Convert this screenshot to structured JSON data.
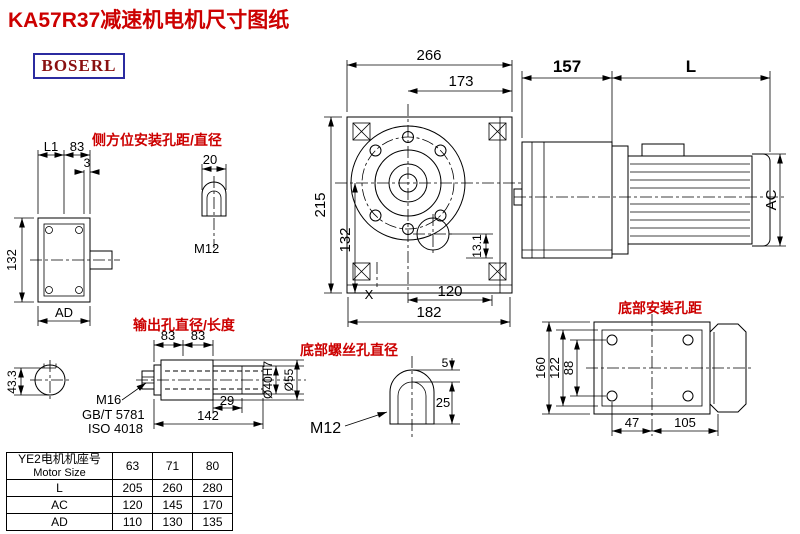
{
  "title": "KA57R37减速机电机尺寸图纸",
  "logo": "BOSERL",
  "labels": {
    "side_mount": "侧方位安装孔距/直径",
    "output_hole": "输出孔直径/长度",
    "bottom_screw": "底部螺丝孔直径",
    "bottom_mount": "底部安装孔距"
  },
  "dims": {
    "d266": "266",
    "d173": "173",
    "d157": "157",
    "dL": "L",
    "d215": "215",
    "d132": "132",
    "d120": "120",
    "d182": "182",
    "d13_1": "13.1",
    "x_mark": "X",
    "dAC": "AC",
    "lv_L1": "L1",
    "lv_83": "83",
    "lv_3": "3",
    "lv_132": "132",
    "lv_AD": "AD",
    "sh_20": "20",
    "sh_M12": "M12",
    "out_83a": "83",
    "out_83b": "83",
    "out_M16": "M16",
    "out_gbt": "GB/T 5781",
    "out_iso": "ISO 4018",
    "out_29": "29",
    "out_142": "142",
    "out_d40": "Ø40H7",
    "out_d55": "Ø55",
    "out_433": "43.3",
    "bs_M12": "M12",
    "bs_5": "5",
    "bs_25": "25",
    "bm_160": "160",
    "bm_122": "122",
    "bm_88": "88",
    "bm_47": "47",
    "bm_105": "105"
  },
  "table": {
    "header_cn": "YE2电机机座号",
    "header_en": "Motor Size",
    "sizes": [
      "63",
      "71",
      "80"
    ],
    "rows": [
      {
        "label": "L",
        "values": [
          "205",
          "260",
          "280"
        ]
      },
      {
        "label": "AC",
        "values": [
          "120",
          "145",
          "170"
        ]
      },
      {
        "label": "AD",
        "values": [
          "110",
          "130",
          "135"
        ]
      }
    ]
  }
}
